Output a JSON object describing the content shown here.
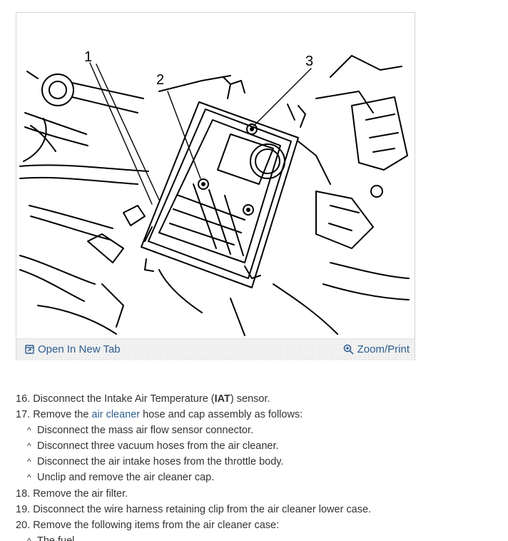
{
  "figure": {
    "callouts": [
      "1",
      "2",
      "3"
    ],
    "open_label": "Open In New Tab",
    "open_icon": "open-new-tab-icon",
    "zoom_label": "Zoom/Print",
    "zoom_icon": "zoom-magnifier-icon",
    "link_color": "#2e5f91"
  },
  "steps": {
    "s16": {
      "num": "16.",
      "pre": "Disconnect the Intake Air Temperature (",
      "bold": "IAT",
      "post": ") sensor."
    },
    "s17": {
      "num": "17.",
      "pre": "Remove the ",
      "link": "air cleaner",
      "post": " hose and cap assembly as follows:"
    },
    "s17_subs": [
      "Disconnect the mass air flow sensor connector.",
      "Disconnect three vacuum hoses from the air cleaner.",
      "Disconnect the air intake hoses from the throttle body.",
      "Unclip and remove the air cleaner cap."
    ],
    "caret": "^",
    "s18": {
      "num": "18.",
      "text": "Remove the air filter."
    },
    "s19": {
      "num": "19.",
      "text": "Disconnect the wire harness retaining clip from the air cleaner lower case."
    },
    "s20": {
      "num": "20.",
      "text": "Remove the following items from the air cleaner case:"
    },
    "s20_sub_partial": "The fuel ..."
  }
}
